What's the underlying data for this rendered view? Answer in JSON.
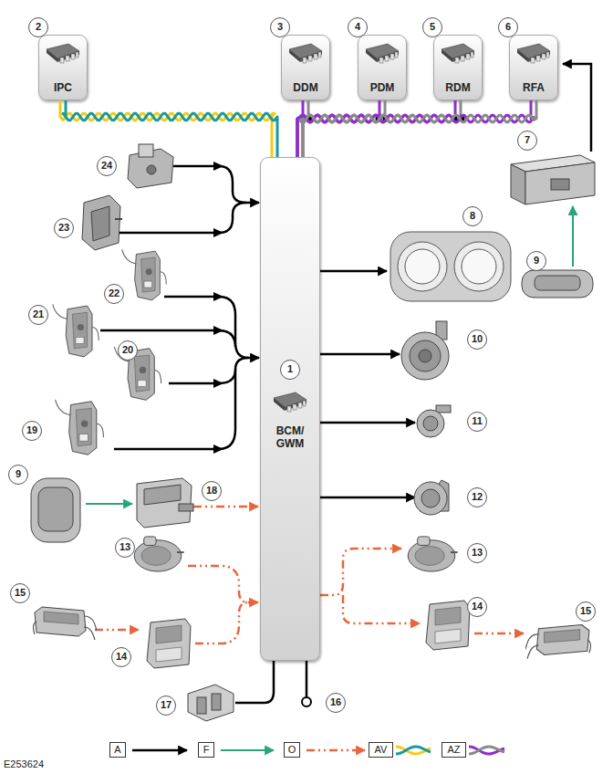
{
  "diagram": {
    "nodes": [
      {
        "text": [
          "IPC"
        ]
      },
      {
        "text": [
          "DDM"
        ]
      },
      {
        "text": [
          "PDM"
        ]
      },
      {
        "text": [
          "RDM"
        ]
      },
      {
        "text": [
          "RFA"
        ]
      },
      {
        "text": [
          "BCM/ GWM"
        ]
      }
    ],
    "edges": [
      {
        "from": 0,
        "to": 5,
        "arrow": "none"
      },
      {
        "from": 5,
        "to": 1,
        "arrow": "none"
      },
      {
        "from": 5,
        "to": 2,
        "arrow": "none"
      },
      {
        "from": 5,
        "to": 3,
        "arrow": "none"
      },
      {
        "from": 5,
        "to": 4,
        "arrow": "none"
      }
    ],
    "labels": [
      "2",
      "3",
      "4",
      "5",
      "6",
      "24",
      "7",
      "23",
      "22",
      "8",
      "9",
      "21",
      "1",
      "10",
      "20",
      "11",
      "19",
      "12",
      "9",
      "18",
      "13",
      "13",
      "14",
      "15",
      "15",
      "14",
      "17",
      "16",
      "E253624"
    ],
    "legend": [
      {
        "text": "A"
      },
      {
        "text": "F"
      },
      {
        "text": "O"
      },
      {
        "text": "AV"
      },
      {
        "text": "AZ"
      }
    ]
  }
}
